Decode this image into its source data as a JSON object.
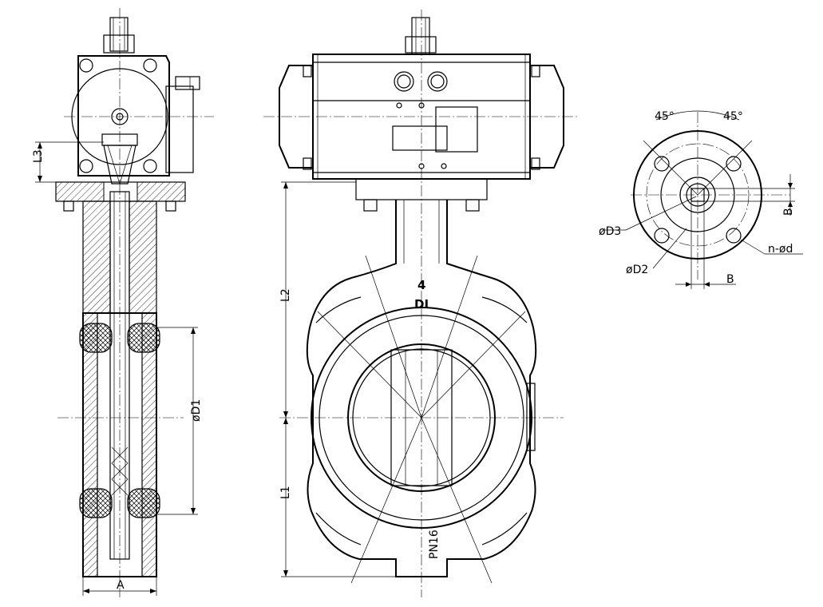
{
  "labels": {
    "L3": "L3",
    "L2": "L2",
    "L1": "L1",
    "D1": "øD1",
    "A": "A",
    "D3": "øD3",
    "D2": "øD2",
    "nd": "n-ød",
    "B_horizontal": "B",
    "B_vertical": "B",
    "angle_left": "45°",
    "angle_right": "45°",
    "pressure": "PN16",
    "mark_4": "4",
    "mark_DI": "DI"
  }
}
